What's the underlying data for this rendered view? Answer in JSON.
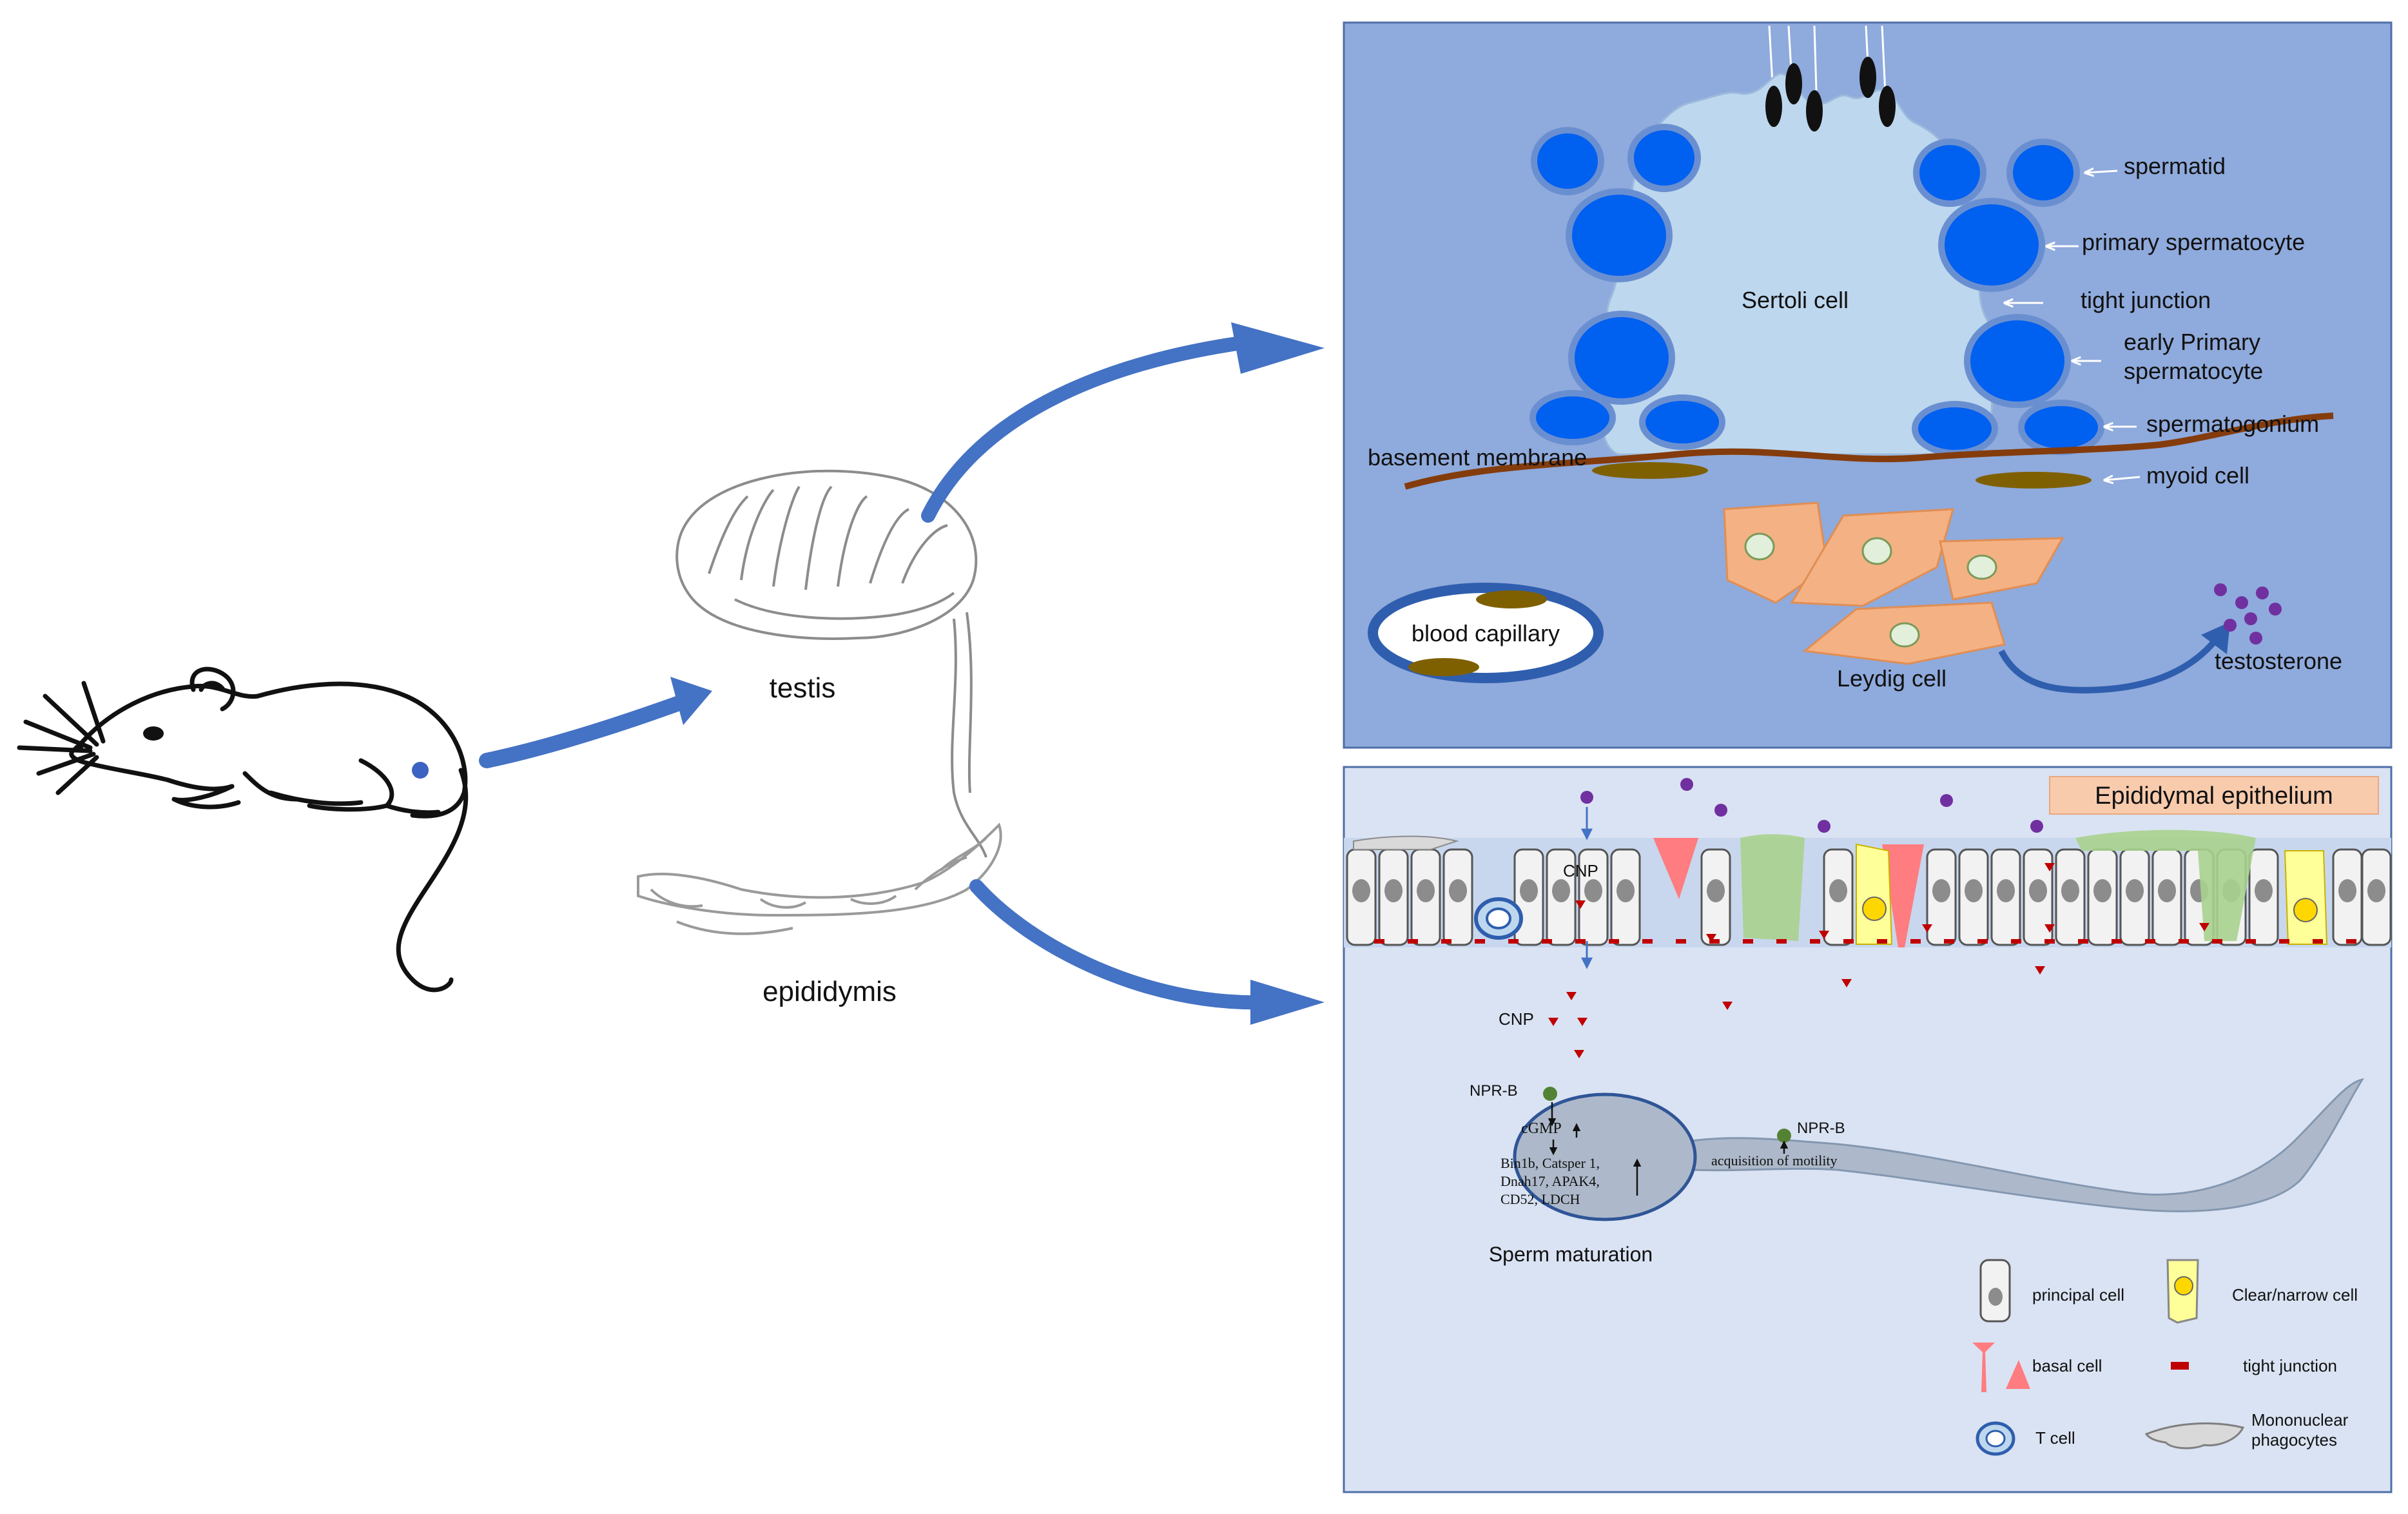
{
  "colors": {
    "testis_panel_bg": "#8faadc",
    "epi_panel_bg": "#dae3f3",
    "lumen": "#bdd7ee",
    "germ_cell": "#0060f0",
    "leydig": "#f4b183",
    "myoid": "#7f6000",
    "membrane": "#843c0c",
    "arrow": "#4472c4",
    "cnp_marker": "#c00000",
    "testosterone": "#7030a0",
    "basal_cell": "#ff7c80",
    "clear_cell": "#ffff99",
    "phagocyte": "#a9d18e"
  },
  "overview": {
    "testis_label": "testis",
    "epididymis_label": "epididymis"
  },
  "testis_panel": {
    "sertoli": "Sertoli cell",
    "spermatid": "spermatid",
    "primary_spermatocyte": "primary spermatocyte",
    "tight_junction": "tight junction",
    "early_primary_line1": "early Primary",
    "early_primary_line2": "spermatocyte",
    "spermatogonium": "spermatogonium",
    "basement_membrane": "basement membrane",
    "myoid_cell": "myoid cell",
    "blood_capillary": "blood capillary",
    "leydig_cell": "Leydig cell",
    "testosterone": "testosterone"
  },
  "epi_panel": {
    "title": "Epididymal epithelium",
    "cnp_top": "CNP",
    "cnp_mid": "CNP",
    "npr_b_head": "NPR-B",
    "npr_b_tail": "NPR-B",
    "cgmp": "cGMP",
    "genes_line1": "Bin1b, Catsper 1,",
    "genes_line2": "Dnah17, APAK4,",
    "genes_line3": "CD52, LDCH",
    "motility": "acquisition of motility",
    "sperm_maturation": "Sperm maturation"
  },
  "legend": {
    "principal_cell": "principal cell",
    "clear_narrow_cell": "Clear/narrow cell",
    "basal_cell": "basal cell",
    "tight_junction": "tight junction",
    "t_cell": "T cell",
    "mononuclear_line1": "Mononuclear",
    "mononuclear_line2": "phagocytes"
  }
}
